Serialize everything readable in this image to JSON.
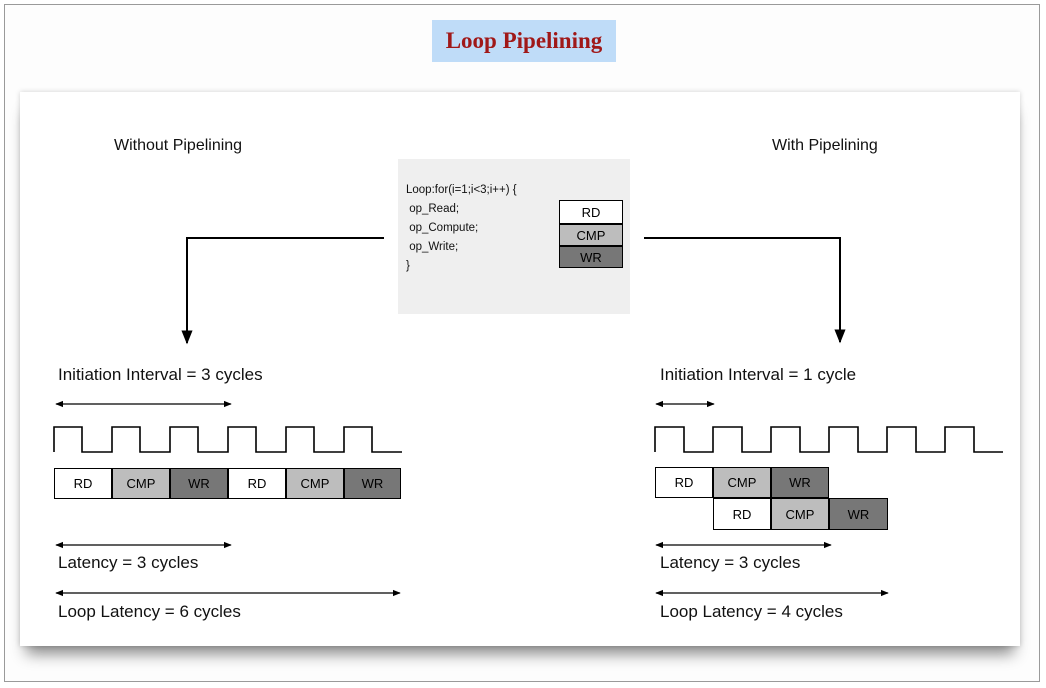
{
  "title": "Loop Pipelining",
  "code": [
    "Loop:for(i=1;i<3;i++) {",
    " op_Read;",
    " op_Compute;",
    " op_Write;",
    "}"
  ],
  "stages": {
    "rd": "RD",
    "cmp": "CMP",
    "wr": "WR"
  },
  "colors": {
    "title_bg": "#bfdcf8",
    "title_text": "#a01818",
    "rd": "#ffffff",
    "cmp": "#bdbdbd",
    "wr": "#777777"
  },
  "left": {
    "heading": "Without Pipelining",
    "initiation_interval": "Initiation Interval = 3 cycles",
    "latency": "Latency = 3 cycles",
    "loop_latency": "Loop Latency = 6 cycles"
  },
  "right": {
    "heading": "With Pipelining",
    "initiation_interval": "Initiation Interval = 1 cycle",
    "latency": "Latency = 3 cycles",
    "loop_latency": "Loop Latency = 4 cycles"
  }
}
